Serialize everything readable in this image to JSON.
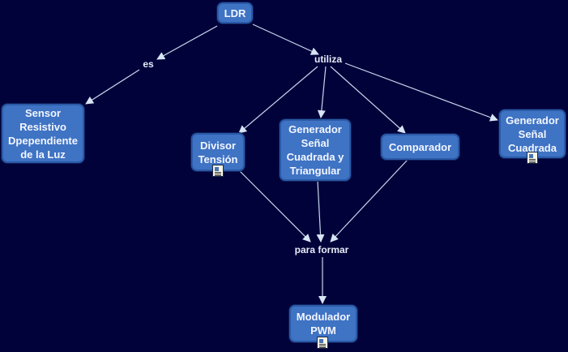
{
  "concepts": {
    "ldr": "LDR",
    "sensor": "Sensor\nResistivo\nDpependiente\nde la Luz",
    "divisor": "Divisor\nTensión",
    "gen_tri": "Generador\nSeñal\nCuadrada y\nTriangular",
    "comparador": "Comparador",
    "gen_cuad": "Generador\nSeñal\nCuadrada",
    "modulador": "Modulador\nPWM"
  },
  "linking_phrases": {
    "es": "es",
    "utiliza": "utiliza",
    "para_formar": "para formar"
  },
  "resource_icons": [
    "divisor",
    "gen_cuad",
    "modulador"
  ],
  "colors": {
    "background": "#02023a",
    "node": "#3f73c4",
    "edge": "#c8d8ee"
  }
}
